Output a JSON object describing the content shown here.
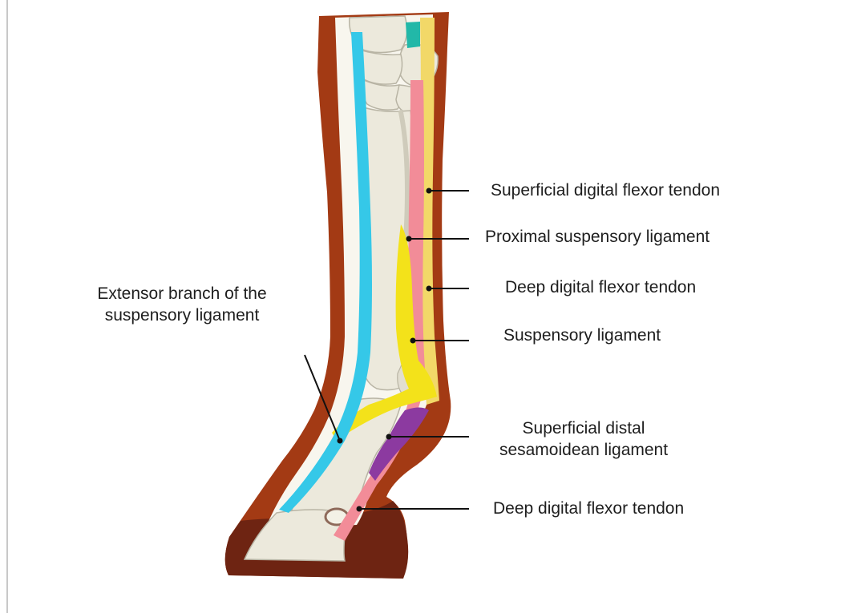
{
  "labels": {
    "sdft": "Superficial digital flexor tendon",
    "proximal_suspensory": "Proximal suspensory ligament",
    "ddft_upper": "Deep digital flexor tendon",
    "suspensory": "Suspensory ligament",
    "sdsl_line1": "Superficial distal",
    "sdsl_line2": "sesamoidean ligament",
    "ddft_lower": "Deep digital flexor tendon",
    "extensor_line1": "Extensor branch of the",
    "extensor_line2": "suspensory ligament"
  },
  "colors": {
    "skin": "#a33a14",
    "hoof": "#6e2412",
    "bone": "#ece9dc",
    "bone_outline": "#b8b4a4",
    "extensor_tendon": "#35c8e8",
    "suspensory": "#f3e21a",
    "flexor_pink": "#f28c98",
    "flexor_yellow": "#f2d868",
    "sesamoidean": "#8c3aa0",
    "teal": "#22b8a8",
    "leader": "#111111"
  }
}
